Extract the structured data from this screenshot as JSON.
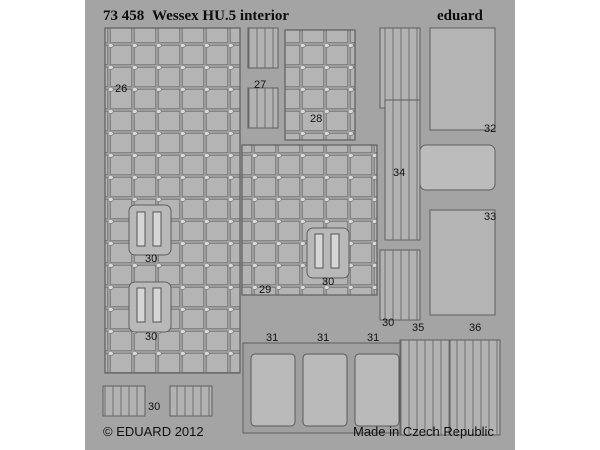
{
  "sheet": {
    "product_number": "73 458",
    "title": "Wessex HU.5 interior",
    "brand": "eduard",
    "copyright": "© EDUARD 2012",
    "origin": "Made in Czech Republic"
  },
  "part_labels": [
    "26",
    "27",
    "28",
    "29",
    "30",
    "30",
    "30",
    "30",
    "30",
    "31",
    "31",
    "31",
    "32",
    "33",
    "34",
    "35",
    "36"
  ],
  "colors": {
    "background": "#ffffff",
    "fret": "#a4a4a4",
    "part_edge": "#6a6a6a",
    "text": "#111111"
  }
}
